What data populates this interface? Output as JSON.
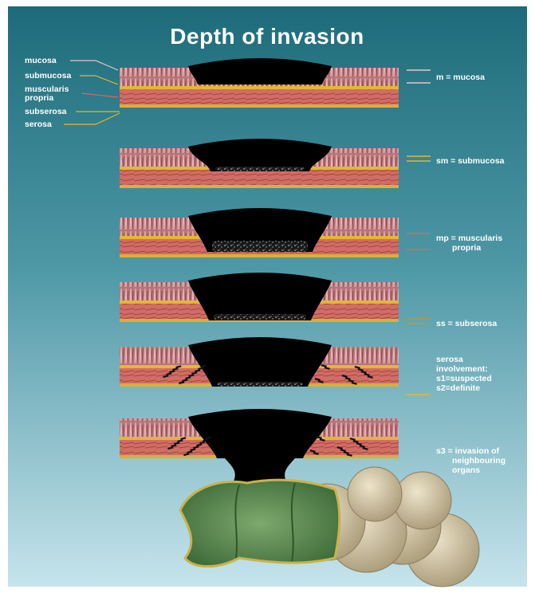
{
  "title": "Depth of invasion",
  "left_labels": {
    "mucosa": "mucosa",
    "submucosa": "submucosa",
    "muscularis_1": "muscularis",
    "muscularis_2": "propria",
    "subserosa": "subserosa",
    "serosa": "serosa"
  },
  "stages": [
    {
      "lines": [
        "m = mucosa"
      ]
    },
    {
      "lines": [
        "sm = submucosa"
      ]
    },
    {
      "lines": [
        "mp = muscularis",
        "propria"
      ]
    },
    {
      "lines": [
        "ss = subserosa"
      ]
    },
    {
      "lines": [
        "serosa",
        "involvement:",
        "s1=suspected",
        "s2=definite"
      ]
    },
    {
      "lines": [
        "s3 = invasion of",
        "neighbouring",
        "organs"
      ]
    }
  ],
  "colors": {
    "background_top": "#1d6b7a",
    "background_bottom": "#b9dde6",
    "mucosa": "#c9858a",
    "submucosa": "#e2b832",
    "muscularis": "#d46a63",
    "tumor": "#000000",
    "organ_green": "#5f8f55",
    "organ_beige": "#cdc2a4"
  }
}
